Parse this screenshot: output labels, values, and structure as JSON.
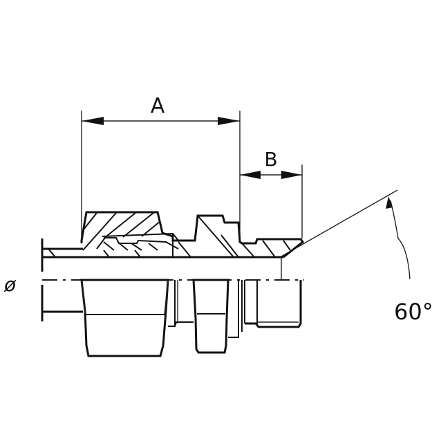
{
  "drawing": {
    "type": "technical-drawing",
    "subject": "bulkhead straight fitting with compression nut (cross-section, upper half sectioned)",
    "line_color": "#111111",
    "background": "#ffffff"
  },
  "dimensions": {
    "A": {
      "label": "A"
    },
    "B": {
      "label": "B"
    },
    "diameter": {
      "label": "ø"
    },
    "angle": {
      "label": "60°"
    }
  }
}
